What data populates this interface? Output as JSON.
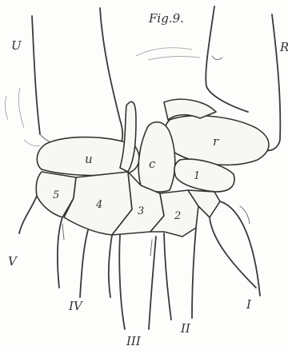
{
  "figure": {
    "title": "Fig.9."
  },
  "labels": {
    "ulna": "U",
    "radius": "R",
    "ulnar_epiphysis": "u",
    "radial_epiphysis": "r",
    "central": "c",
    "carpal_1": "1",
    "carpal_2": "2",
    "carpal_3": "3",
    "carpal_4": "4",
    "carpal_5": "5",
    "digit_I": "I",
    "digit_II": "II",
    "digit_III": "III",
    "digit_IV": "IV",
    "digit_V": "V"
  }
}
